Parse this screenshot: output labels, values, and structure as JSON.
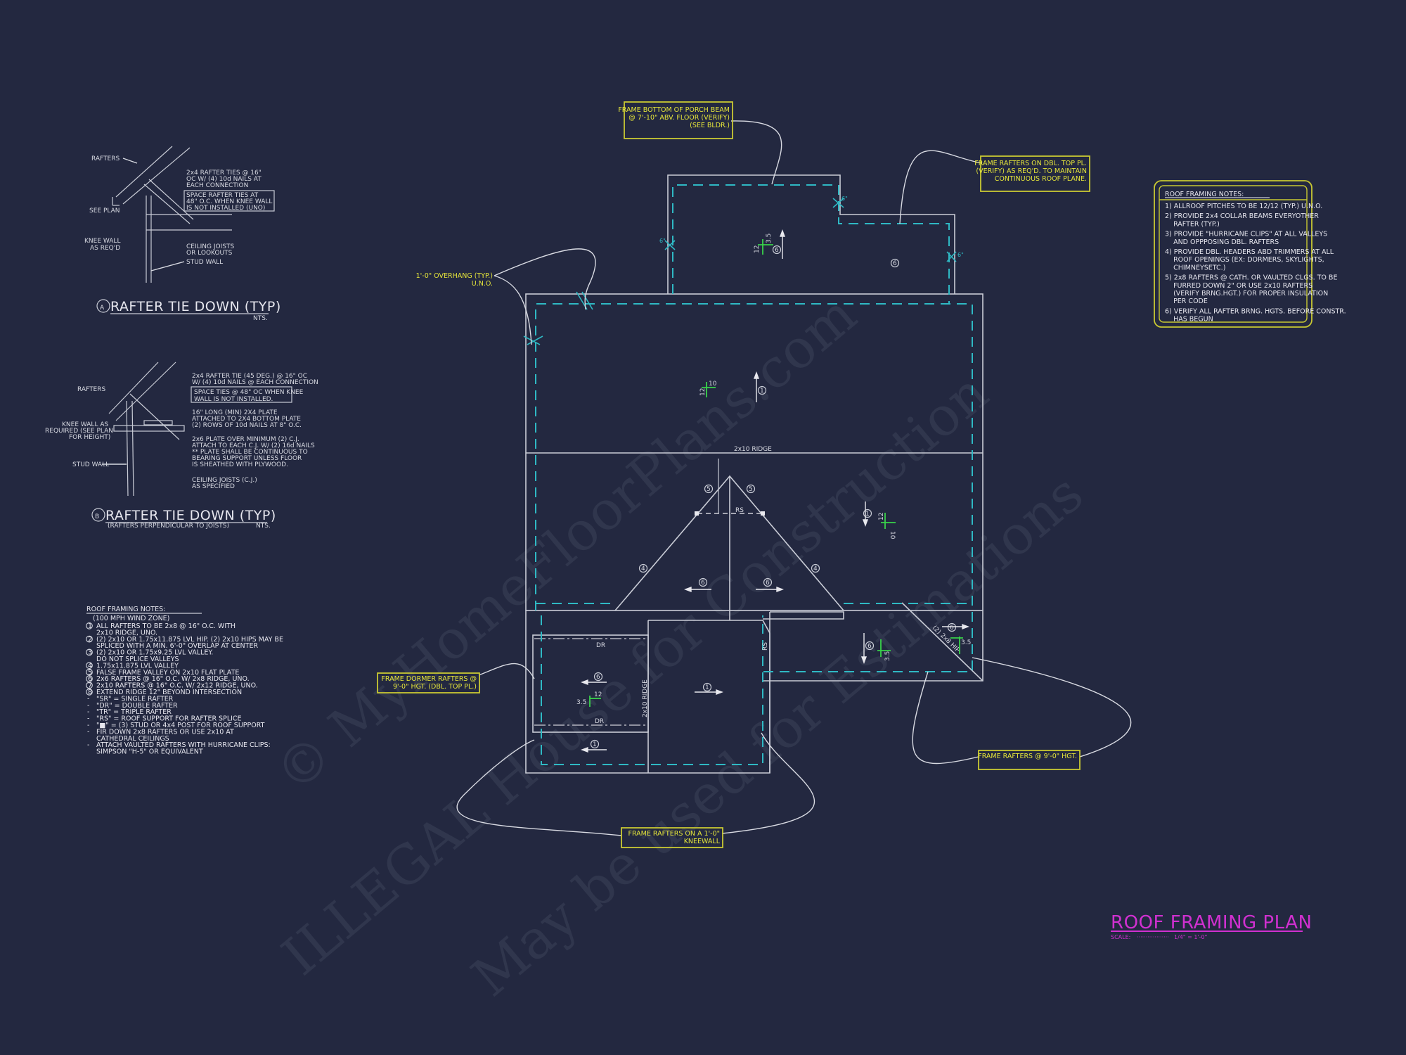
{
  "sheet": {
    "background": "#232840",
    "line_color": "#c9ccd6",
    "dash_color": "#2fb9c4",
    "note_color": "#e6e63a",
    "pitch_color": "#38d24a",
    "title_color": "#d030d0"
  },
  "watermark": {
    "line1": "© MyHomeFloorPlans.com",
    "line2": "ILLEGAL House for Construction",
    "line3": "May be used for Estimations"
  },
  "detail_a": {
    "marker": "A",
    "title": "RAFTER TIE DOWN (TYP)",
    "scale": "NTS.",
    "labels": {
      "rafters": "RAFTERS",
      "see_plan": "SEE PLAN",
      "knee_wall_1": "KNEE WALL",
      "knee_wall_2": "AS REQ'D",
      "rafter_ties_1": "2x4 RAFTER TIES @ 16\"",
      "rafter_ties_2": "OC W/ (4) 10d NAILS AT",
      "rafter_ties_3": "EACH CONNECTION",
      "space_1": "SPACE RAFTER TIES AT",
      "space_2": "48\" O.C. WHEN KNEE WALL",
      "space_3": "IS NOT INSTALLED (UNO)",
      "joists_1": "CEILING JOISTS",
      "joists_2": "OR LOOKOUTS",
      "stud_wall": "STUD WALL"
    }
  },
  "detail_b": {
    "marker": "B",
    "title": "RAFTER TIE DOWN (TYP)",
    "subtitle": "(RAFTERS PERPENDICULAR TO JOISTS)",
    "scale": "NTS.",
    "labels": {
      "rafters": "RAFTERS",
      "knee_1": "KNEE WALL AS",
      "knee_2": "REQUIRED (SEE PLAN",
      "knee_3": "FOR HEIGHT)",
      "stud_wall": "STUD WALL",
      "tie_1": "2x4 RAFTER TIE (45 DEG.) @ 16\" OC",
      "tie_2": "W/ (4) 10d NAILS @ EACH CONNECTION",
      "space_1": "SPACE TIES @ 48\" OC WHEN KNEE",
      "space_2": "WALL IS NOT INSTALLED.",
      "plate_1": "16\" LONG (MIN) 2X4 PLATE",
      "plate_2": "ATTACHED TO 2X4 BOTTOM PLATE",
      "plate_3": "(2) ROWS OF 10d NAILS AT 8\" O.C.",
      "over_1": "2x6 PLATE OVER MINIMUM (2) C.J.",
      "over_2": "ATTACH TO EACH C.J. W/ (2) 16d NAILS",
      "over_3": "** PLATE SHALL BE CONTINUOUS TO",
      "over_4": "BEARING SUPPORT UNLESS FLOOR",
      "over_5": "IS SHEATHED WITH PLYWOOD.",
      "cj_1": "CEILING JOISTS (C.J.)",
      "cj_2": "AS SPECIFIED"
    }
  },
  "left_notes": {
    "title": "ROOF FRAMING NOTES:",
    "wind_zone": "(100 MPH WIND ZONE)",
    "lines": [
      {
        "mark": "1",
        "text": "ALL RAFTERS TO BE 2x8 @ 16\" O.C. WITH"
      },
      {
        "mark": "",
        "text": "2x10 RIDGE, UNO."
      },
      {
        "mark": "2",
        "text": "(2) 2x10 OR 1.75x11.875 LVL HIP. (2) 2x10 HIPS MAY BE"
      },
      {
        "mark": "",
        "text": "SPLICED WITH A MIN. 6'-0\" OVERLAP AT CENTER"
      },
      {
        "mark": "3",
        "text": "(2) 2x10 OR 1.75x9.25 LVL VALLEY."
      },
      {
        "mark": "",
        "text": "DO NOT SPLICE VALLEYS"
      },
      {
        "mark": "4",
        "text": "1.75x11.875 LVL VALLEY"
      },
      {
        "mark": "5",
        "text": "FALSE FRAME VALLEY ON 2x10 FLAT PLATE"
      },
      {
        "mark": "6",
        "text": "2x6 RAFTERS @ 16\" O.C. W/ 2x8 RIDGE, UNO."
      },
      {
        "mark": "7",
        "text": "2x10 RAFTERS @ 16\" O.C. W/ 2x12 RIDGE, UNO."
      },
      {
        "mark": "8",
        "text": "EXTEND RIDGE 12\" BEYOND INTERSECTION"
      },
      {
        "mark": "-",
        "text": "\"SR\" = SINGLE RAFTER"
      },
      {
        "mark": "-",
        "text": "\"DR\" = DOUBLE RAFTER"
      },
      {
        "mark": "-",
        "text": "\"TR\" = TRIPLE RAFTER"
      },
      {
        "mark": "-",
        "text": "\"RS\" = ROOF SUPPORT FOR RAFTER SPLICE"
      },
      {
        "mark": "-",
        "text": "\"■\" = (3) STUD OR 4x4 POST FOR ROOF SUPPORT"
      },
      {
        "mark": "-",
        "text": "FIR DOWN 2x8 RAFTERS OR USE 2x10 AT"
      },
      {
        "mark": "",
        "text": "CATHEDRAL CEILINGS"
      },
      {
        "mark": "-",
        "text": "ATTACH VAULTED RAFTERS WITH HURRICANE CLIPS:"
      },
      {
        "mark": "",
        "text": "SIMPSON \"H-5\" OR EQUIVALENT"
      }
    ]
  },
  "right_notes": {
    "title": "ROOF FRAMING NOTES:",
    "lines": [
      "1) ALLROOF PITCHES TO BE 12/12 (TYP.) U.N.O.",
      "2) PROVIDE 2x4 COLLAR BEAMS EVERYOTHER",
      "    RAFTER (TYP.)",
      "3) PROVIDE \"HURRICANE CLIPS\" AT ALL VALLEYS",
      "    AND OPPPOSING DBL. RAFTERS",
      "4) PROVIDE DBL. HEADERS ABD TRIMMERS AT ALL",
      "    ROOF OPENINGS (EX: DORMERS, SKYLIGHTS,",
      "    CHIMNEYSETC.)",
      "5) 2x8 RAFTERS @ CATH. OR VAULTED CLGS. TO BE",
      "    FURRED DOWN 2\" OR USE 2x10 RAFTERS",
      "    (VERIFY BRNG.HGT.) FOR PROPER INSULATION",
      "    PER CODE",
      "6) VERIFY ALL RAFTER BRNG. HGTS. BEFORE CONSTR.",
      "    HAS BEGUN"
    ]
  },
  "callouts": {
    "porch_beam": [
      "FRAME BOTTOM OF PORCH BEAM",
      "@ 7'-10\" ABV. FLOOR (VERIFY)",
      "(SEE BLDR.)"
    ],
    "dbl_top_pl": [
      "FRAME RAFTERS ON DBL. TOP PL.",
      "(VERIFY) AS REQ'D. TO MAINTAIN",
      "CONTINUOUS ROOF PLANE."
    ],
    "overhang": [
      "1'-0\" OVERHANG (TYP.)",
      "U.N.O."
    ],
    "dormer": [
      "FRAME DORMER RAFTERS @",
      "9'-0\" HGT. (DBL. TOP PL.)"
    ],
    "kneewall": [
      "FRAME RAFTERS ON A 1'-0\"",
      "KNEEWALL"
    ],
    "nine_ft": [
      "FRAME RAFTERS @ 9'-0\" HGT."
    ]
  },
  "plan": {
    "ridge_main": "2x10 RIDGE",
    "ridge_dormer": "2x10 RIDGE",
    "hip_label": "(2) 2x8 HIP",
    "rs": "RS",
    "dr": "DR",
    "overhang_dim": "6\"",
    "pitch_rise_a": "12",
    "pitch_run_a": "10",
    "pitch_rise_b": "12",
    "pitch_run_b": "3.5",
    "marks": {
      "m1": "1",
      "m4": "4",
      "m5": "5",
      "m6": "6"
    }
  },
  "title_block": {
    "title": "ROOF FRAMING PLAN",
    "scale_label": "SCALE:",
    "scale_value": "1/4\" = 1'-0\""
  }
}
